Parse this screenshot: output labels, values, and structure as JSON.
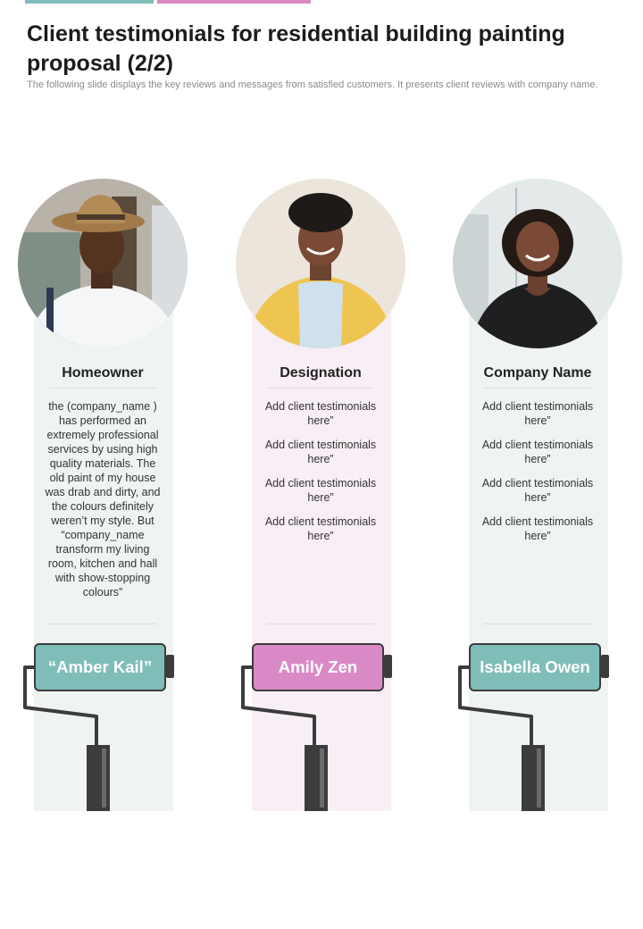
{
  "header": {
    "title": "Client testimonials for residential building painting proposal (2/2)",
    "subtitle": "The following slide displays the key reviews and messages from satisfied customers. It presents client reviews with company name."
  },
  "colors": {
    "teal": "#7ebdb8",
    "pink": "#d98ac6",
    "handle": "#3c3c3c"
  },
  "cards": [
    {
      "heading": "Homeowner",
      "text": "the (company_name ) has performed an extremely professional services by using high quality materials. The old paint of my house was drab and dirty, and the colours definitely weren’t my style. But “company_name transform my living room, kitchen and hall with show-stopping colours”",
      "name": "“Amber Kail”",
      "photo_icon": "man-with-hat-photo"
    },
    {
      "heading": "Designation",
      "notes": [
        "Add client testimonials here”",
        "Add client testimonials here”",
        "Add client testimonials here”",
        "Add client testimonials here”"
      ],
      "name": "Amily Zen",
      "photo_icon": "woman-yellow-blazer-photo"
    },
    {
      "heading": "Company Name",
      "notes": [
        "Add client testimonials here”",
        "Add client testimonials here”",
        "Add client testimonials here”",
        "Add client testimonials here”"
      ],
      "name": "Isabella Owen",
      "photo_icon": "woman-black-top-photo"
    }
  ]
}
